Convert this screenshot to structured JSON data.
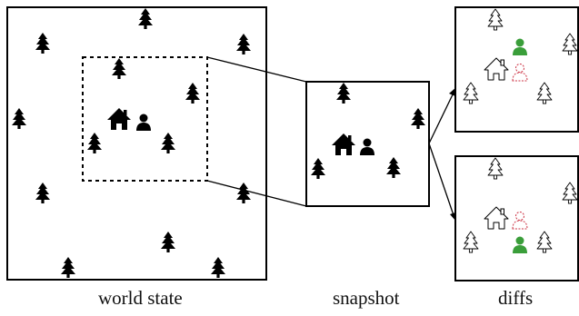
{
  "captions": {
    "world_state": "world state",
    "snapshot": "snapshot",
    "diffs": "diffs"
  },
  "icons": {
    "tree": "tree-icon",
    "house": "house-icon",
    "person": "person-icon"
  },
  "colors": {
    "ink": "#000000",
    "person_current": "#3a9e3a",
    "person_previous": "#cc3344",
    "outline": "#000000"
  }
}
